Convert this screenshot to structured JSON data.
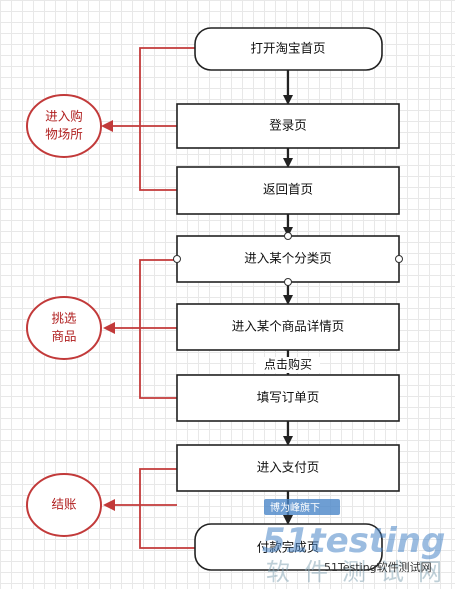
{
  "nodes": {
    "open_home": "打开淘宝首页",
    "login": "登录页",
    "back_home": "返回首页",
    "category": "进入某个分类页",
    "product_detail": "进入某个商品详情页",
    "fill_order": "填写订单页",
    "pay": "进入支付页",
    "payment_done": "付款完成页"
  },
  "groups": {
    "enter_mall_line1": "进入购",
    "enter_mall_line2": "物场所",
    "pick_line1": "挑选",
    "pick_line2": "商品",
    "checkout": "结账"
  },
  "edge_labels": {
    "click_buy": "点击购买"
  },
  "watermark": {
    "tag": "博为峰旗下",
    "logo": "51testing",
    "chinese": "软件测试网",
    "footer": "51Testing软件测试网"
  },
  "colors": {
    "flow": "#222222",
    "group": "#c23a3a"
  }
}
